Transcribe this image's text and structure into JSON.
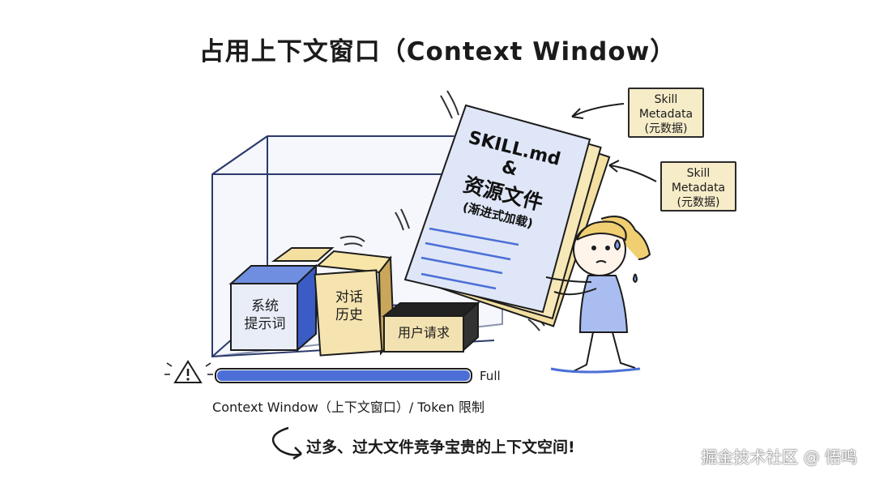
{
  "title": "占用上下文窗口（Context Window）",
  "notes": [
    {
      "line1": "Skill",
      "line2": "Metadata",
      "line3": "(元数据)"
    },
    {
      "line1": "Skill",
      "line2": "Metadata",
      "line3": "(元数据)"
    }
  ],
  "document": {
    "line1": "SKILL.md &",
    "line2": "资源文件",
    "line3": "(渐进式加载)"
  },
  "boxes": {
    "system": {
      "line1": "系统",
      "line2": "提示词"
    },
    "history": {
      "line1": "对话",
      "line2": "历史"
    },
    "request": {
      "line1": "用户请求"
    }
  },
  "progress": {
    "value": 1.0,
    "label": "Full"
  },
  "bar_caption": "Context Window（上下文窗口）/ Token 限制",
  "bottom_text": "过多、过大文件竞争宝贵的上下文空间!",
  "watermark": "掘金技术社区 @ 悟鸣",
  "icons": [
    "warning-icon",
    "arrow-icon",
    "curved-arrow-icon"
  ],
  "colors": {
    "accent_blue": "#4b6fd6",
    "note_yellow": "#f6ecc8",
    "box_yellow": "#f3dfa0",
    "doc_blue": "#dfe6f7"
  }
}
